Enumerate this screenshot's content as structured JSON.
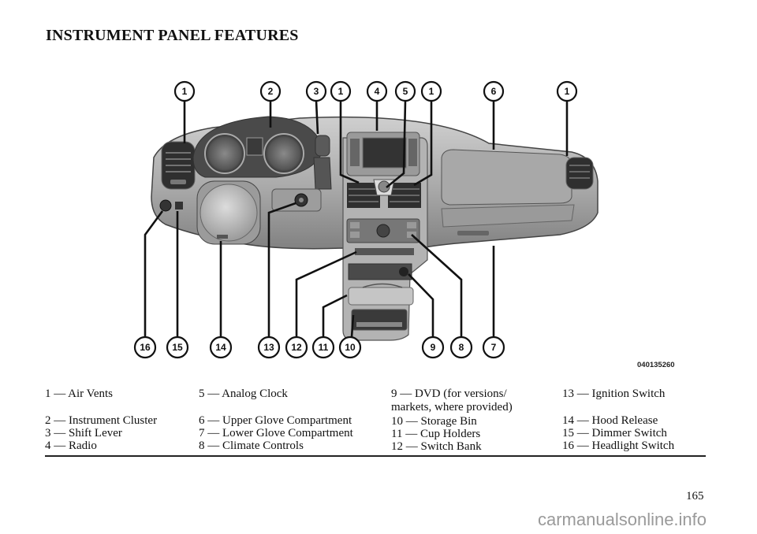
{
  "page": {
    "title": "INSTRUMENT PANEL FEATURES",
    "figure_code": "040135260",
    "page_number": "165",
    "watermark": "carmanualsonline.info"
  },
  "diagram": {
    "subject": "Vehicle instrument panel (dashboard) illustration",
    "top_callouts": [
      "1",
      "2",
      "3",
      "1",
      "4",
      "5",
      "1",
      "6",
      "1"
    ],
    "bottom_callouts": [
      "16",
      "15",
      "14",
      "13",
      "12",
      "11",
      "10",
      "9",
      "8",
      "7"
    ]
  },
  "legend": {
    "columns": [
      [
        {
          "num": "1",
          "label": "Air Vents"
        },
        {
          "num": "2",
          "label": "Instrument Cluster"
        },
        {
          "num": "3",
          "label": "Shift Lever"
        },
        {
          "num": "4",
          "label": "Radio"
        }
      ],
      [
        {
          "num": "5",
          "label": "Analog Clock"
        },
        {
          "num": "6",
          "label": "Upper Glove Compartment"
        },
        {
          "num": "7",
          "label": "Lower Glove Compartment"
        },
        {
          "num": "8",
          "label": "Climate Controls"
        }
      ],
      [
        {
          "num": "9",
          "label": "DVD (for versions/",
          "label_cont": "markets, where provided)"
        },
        {
          "num": "10",
          "label": "Storage Bin"
        },
        {
          "num": "11",
          "label": "Cup Holders"
        },
        {
          "num": "12",
          "label": "Switch Bank"
        }
      ],
      [
        {
          "num": "13",
          "label": "Ignition Switch"
        },
        {
          "num": "14",
          "label": "Hood Release"
        },
        {
          "num": "15",
          "label": "Dimmer Switch"
        },
        {
          "num": "16",
          "label": "Headlight Switch"
        }
      ]
    ],
    "lines": [
      [
        "1 — Air Vents",
        "2 — Instrument Cluster",
        "3 — Shift Lever",
        "4 — Radio"
      ],
      [
        "5 — Analog Clock",
        "6 — Upper Glove Compartment",
        "7 — Lower Glove Compartment",
        "8 — Climate Controls"
      ],
      [
        "9 — DVD (for versions/",
        "markets, where provided)",
        "10 — Storage Bin",
        "11 — Cup Holders",
        "12 — Switch Bank"
      ],
      [
        "13 — Ignition Switch",
        "14 — Hood Release",
        "15 — Dimmer Switch",
        "16 — Headlight Switch"
      ]
    ]
  }
}
